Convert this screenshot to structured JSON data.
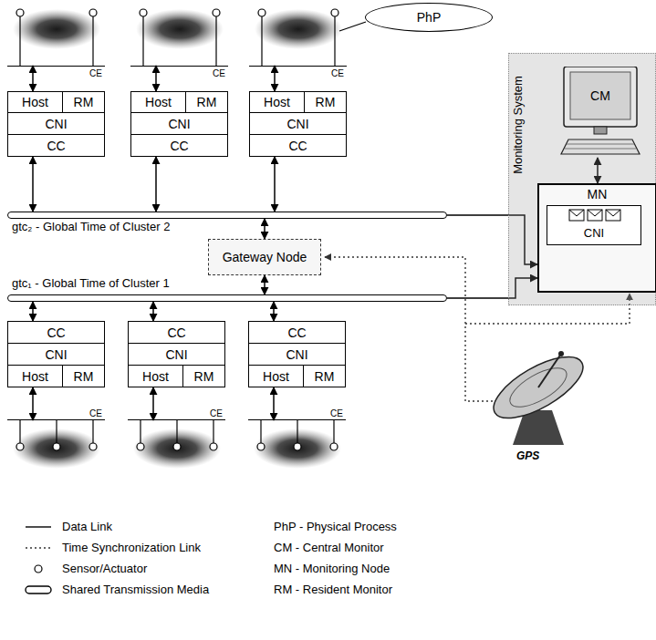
{
  "diagram": {
    "nodes": [
      {
        "text": [
          "PhP"
        ]
      },
      {
        "text": [
          "CE"
        ]
      },
      {
        "text": [
          "CE"
        ]
      },
      {
        "text": [
          "CE"
        ]
      },
      {
        "text": [
          "Host"
        ]
      },
      {
        "text": [
          "RM"
        ]
      },
      {
        "text": [
          "CNI"
        ]
      },
      {
        "text": [
          "CC"
        ]
      },
      {
        "text": [
          "Host"
        ]
      },
      {
        "text": [
          "RM"
        ]
      },
      {
        "text": [
          "CNI"
        ]
      },
      {
        "text": [
          "CC"
        ]
      },
      {
        "text": [
          "Host"
        ]
      },
      {
        "text": [
          "RM"
        ]
      },
      {
        "text": [
          "CNI"
        ]
      },
      {
        "text": [
          "CC"
        ]
      },
      {
        "text": [
          "Monitoring System"
        ]
      },
      {
        "text": [
          "CM"
        ],
        "in": 16
      },
      {
        "text": [
          "MN"
        ],
        "in": 16
      },
      {
        "text": [
          "CNI"
        ],
        "in": 18
      },
      {
        "text": [
          "gtc₂ - Global Time of Cluster 2"
        ]
      },
      {
        "text": [
          "Gateway Node"
        ]
      },
      {
        "text": [
          "gtc₁ - Global Time of Cluster 1"
        ]
      },
      {
        "text": [
          "CC"
        ]
      },
      {
        "text": [
          "CNI"
        ]
      },
      {
        "text": [
          "Host"
        ]
      },
      {
        "text": [
          "RM"
        ]
      },
      {
        "text": [
          "CC"
        ]
      },
      {
        "text": [
          "CNI"
        ]
      },
      {
        "text": [
          "Host"
        ]
      },
      {
        "text": [
          "RM"
        ]
      },
      {
        "text": [
          "CC"
        ]
      },
      {
        "text": [
          "CNI"
        ]
      },
      {
        "text": [
          "Host"
        ]
      },
      {
        "text": [
          "RM"
        ]
      },
      {
        "text": [
          "CE"
        ]
      },
      {
        "text": [
          "CE"
        ]
      },
      {
        "text": [
          "CE"
        ]
      }
    ],
    "edges": [
      {
        "from": 1,
        "to": 4,
        "arrow": "both"
      },
      {
        "from": 2,
        "to": 8,
        "arrow": "both"
      },
      {
        "from": 3,
        "to": 12,
        "arrow": "both"
      },
      {
        "from": 7,
        "to": 20,
        "arrow": "both"
      },
      {
        "from": 11,
        "to": 20,
        "arrow": "both"
      },
      {
        "from": 15,
        "to": 20,
        "arrow": "both"
      },
      {
        "from": 21,
        "to": 20,
        "arrow": "both"
      },
      {
        "from": 21,
        "to": 22,
        "arrow": "both"
      },
      {
        "from": 20,
        "to": 18,
        "arrow": "to"
      },
      {
        "from": 22,
        "to": 18,
        "arrow": "to"
      },
      {
        "from": 17,
        "to": 18,
        "arrow": "both"
      },
      {
        "from": 23,
        "to": 22,
        "arrow": "both"
      },
      {
        "from": 27,
        "to": 22,
        "arrow": "both"
      },
      {
        "from": 31,
        "to": 22,
        "arrow": "both"
      },
      {
        "from": 25,
        "to": 35,
        "arrow": "both"
      },
      {
        "from": 29,
        "to": 36,
        "arrow": "both"
      },
      {
        "from": 33,
        "to": 37,
        "arrow": "both"
      }
    ],
    "labels": [
      "GPS",
      "PhP - Physical Process",
      "CM - Central Monitor",
      "MN - Monitoring Node",
      "RM - Resident Monitor"
    ],
    "legend": [
      {
        "text": "Data Link"
      },
      {
        "text": "Time Synchronization Link"
      },
      {
        "text": "Sensor/Actuator"
      },
      {
        "text": "Shared Transmission Media"
      }
    ]
  }
}
